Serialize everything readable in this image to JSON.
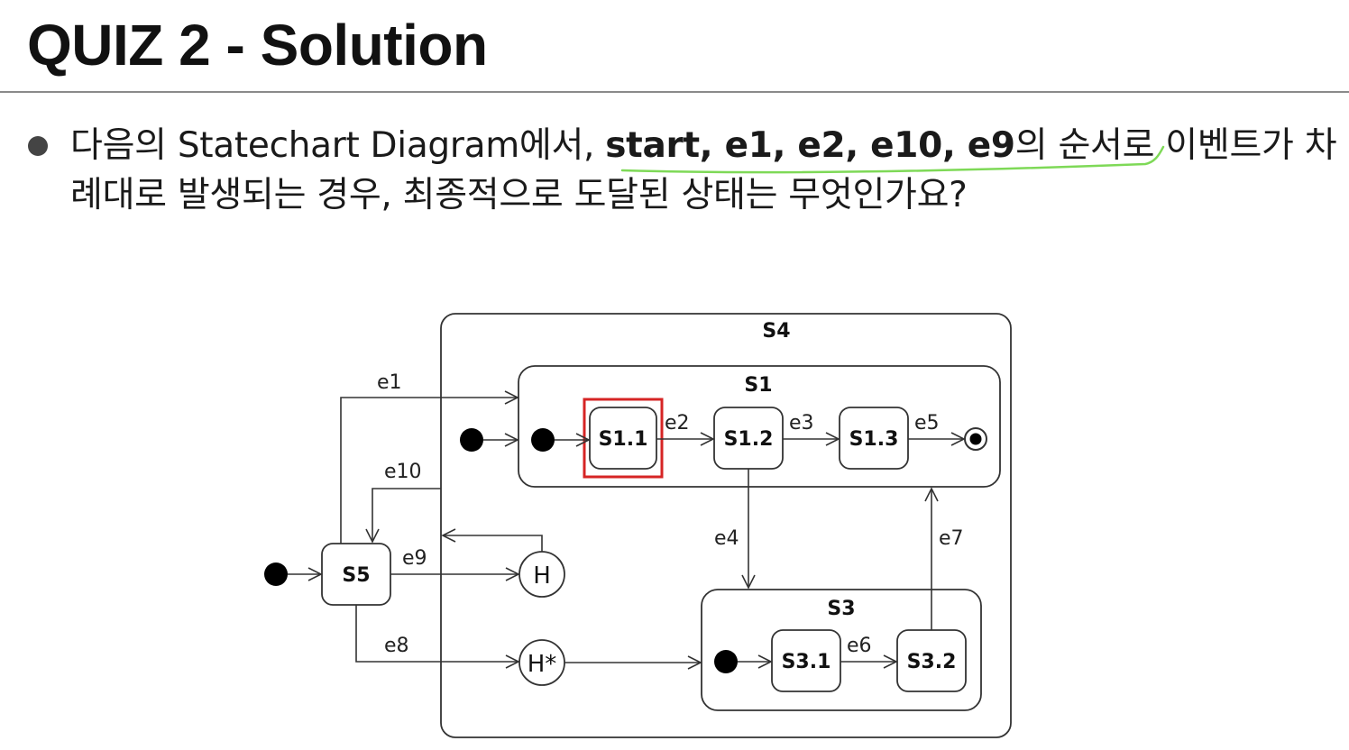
{
  "slide": {
    "title": "QUIZ 2 - Solution",
    "question": {
      "prefix": "다음의 Statechart Diagram에서, ",
      "sequence": "start, e1, e2, e10, e9",
      "suffix": "의 순서로 이벤트가 차례대로 발생되는 경우, 최종적으로 도달된 상태는 무엇인가요?"
    }
  },
  "diagram": {
    "states": {
      "s4": "S4",
      "s1": "S1",
      "s1_1": "S1.1",
      "s1_2": "S1.2",
      "s1_3": "S1.3",
      "s3": "S3",
      "s3_1": "S3.1",
      "s3_2": "S3.2",
      "s5": "S5"
    },
    "history": {
      "shallow": "H",
      "deep": "H*"
    },
    "events": [
      "e1",
      "e2",
      "e3",
      "e4",
      "e5",
      "e6",
      "e7",
      "e8",
      "e9",
      "e10"
    ],
    "highlighted_state": "S1.1",
    "colors": {
      "highlight": "#d62424",
      "annotation_underline": "#7ed957",
      "line": "#333333"
    },
    "icons": {
      "initial": "filled-circle",
      "final": "bullseye-circle",
      "bullet": "filled-circle"
    }
  }
}
